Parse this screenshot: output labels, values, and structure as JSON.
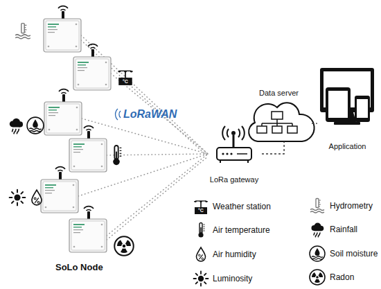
{
  "diagram": {
    "nodes": [
      {
        "text": [
          "LoRa gateway"
        ]
      },
      {
        "text": [
          "Data server"
        ]
      },
      {
        "text": [
          "Application"
        ]
      }
    ],
    "edges": [
      {
        "from": 0,
        "to": 1,
        "arrow": "none"
      },
      {
        "from": 1,
        "to": 2,
        "arrow": "none"
      }
    ],
    "labels": [
      "LoRaWAN",
      "SoLo Node",
      "°C",
      "°C"
    ],
    "legend": [
      {
        "text": "Weather station"
      },
      {
        "text": "Air temperature"
      },
      {
        "text": "Air humidity"
      },
      {
        "text": "Luminosity"
      },
      {
        "text": "Hydrometry"
      },
      {
        "text": "Rainfall"
      },
      {
        "text": "Soil moisture"
      },
      {
        "text": "Radon"
      }
    ]
  }
}
